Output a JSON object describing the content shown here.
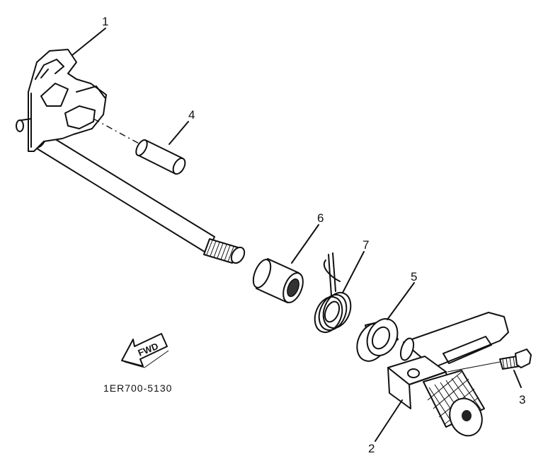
{
  "callouts": [
    "1",
    "2",
    "3",
    "4",
    "5",
    "6",
    "7"
  ],
  "direction_arrow": {
    "text": "FWD"
  },
  "part_code": "1ER700-5130"
}
